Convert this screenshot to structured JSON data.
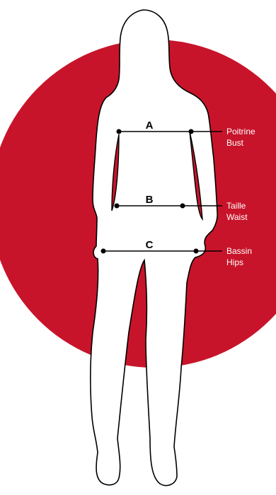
{
  "colors": {
    "circle": "#C8142A",
    "figure_fill": "#ffffff",
    "figure_outline": "#000000",
    "label_text": "#ffffff"
  },
  "measurements": [
    {
      "letter": "A",
      "fr": "Poitrine",
      "en": "Bust"
    },
    {
      "letter": "B",
      "fr": "Taille",
      "en": "Waist"
    },
    {
      "letter": "C",
      "fr": "Bassin",
      "en": "Hips"
    }
  ]
}
